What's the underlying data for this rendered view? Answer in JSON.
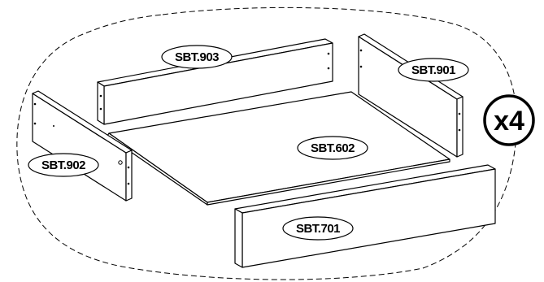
{
  "labels": {
    "sbt903": "SBT.903",
    "sbt901": "SBT.901",
    "sbt902": "SBT.902",
    "sbt602": "SBT.602",
    "sbt701": "SBT.701"
  },
  "quantity": "x4"
}
